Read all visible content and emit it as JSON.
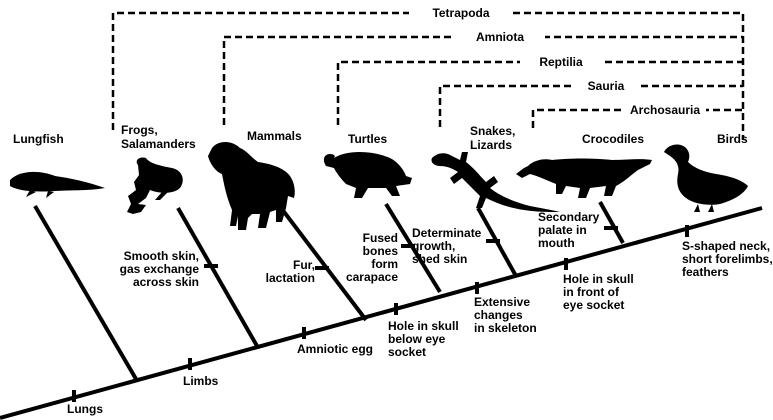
{
  "taxa": [
    {
      "label_lines": [
        "Lungfish"
      ],
      "icon": "lungfish-silhouette"
    },
    {
      "label_lines": [
        "Frogs,",
        "Salamanders"
      ],
      "icon": "frog-silhouette"
    },
    {
      "label_lines": [
        "Mammals"
      ],
      "icon": "dog-silhouette"
    },
    {
      "label_lines": [
        "Turtles"
      ],
      "icon": "turtle-silhouette"
    },
    {
      "label_lines": [
        "Snakes,",
        "Lizards"
      ],
      "icon": "lizard-silhouette"
    },
    {
      "label_lines": [
        "Crocodiles"
      ],
      "icon": "crocodile-silhouette"
    },
    {
      "label_lines": [
        "Birds"
      ],
      "icon": "duck-silhouette"
    }
  ],
  "groups": [
    {
      "label": "Tetrapoda"
    },
    {
      "label": "Amniota"
    },
    {
      "label": "Reptilia"
    },
    {
      "label": "Sauria"
    },
    {
      "label": "Archosauria"
    }
  ],
  "characters": [
    {
      "label_lines": [
        "Lungs"
      ]
    },
    {
      "label_lines": [
        "Limbs"
      ]
    },
    {
      "label_lines": [
        "Amniotic egg"
      ]
    },
    {
      "label_lines": [
        "Hole in skull",
        "below eye",
        "socket"
      ]
    },
    {
      "label_lines": [
        "Extensive",
        "changes",
        "in skeleton"
      ]
    },
    {
      "label_lines": [
        "Hole in skull",
        "in front of",
        "eye socket"
      ]
    },
    {
      "label_lines": [
        "S-shaped neck,",
        "short forelimbs,",
        "feathers"
      ]
    },
    {
      "label_lines": [
        "Smooth skin,",
        "gas exchange",
        "across skin"
      ]
    },
    {
      "label_lines": [
        "Fur,",
        "lactation"
      ]
    },
    {
      "label_lines": [
        "Fused",
        "bones",
        "form",
        "carapace"
      ]
    },
    {
      "label_lines": [
        "Determinate",
        "growth,",
        "shed skin"
      ]
    },
    {
      "label_lines": [
        "Secondary",
        "palate in",
        "mouth"
      ]
    }
  ]
}
